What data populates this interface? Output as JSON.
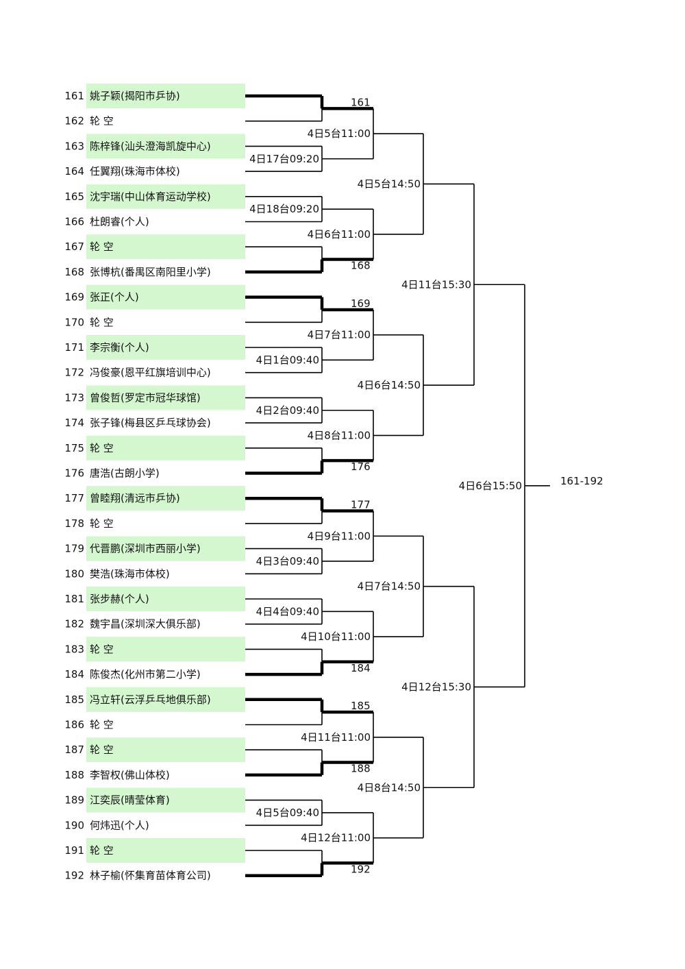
{
  "entries": [
    {
      "seed": "161",
      "name": "姚子颖(揭阳市乒协)",
      "bg": true
    },
    {
      "seed": "162",
      "name": "轮 空",
      "bg": false
    },
    {
      "seed": "163",
      "name": "陈梓锋(汕头澄海凯旋中心)",
      "bg": true
    },
    {
      "seed": "164",
      "name": "任翼翔(珠海市体校)",
      "bg": false
    },
    {
      "seed": "165",
      "name": "沈宇瑞(中山体育运动学校)",
      "bg": true
    },
    {
      "seed": "166",
      "name": "杜朗睿(个人)",
      "bg": false
    },
    {
      "seed": "167",
      "name": "轮 空",
      "bg": true
    },
    {
      "seed": "168",
      "name": "张博杭(番禺区南阳里小学)",
      "bg": false
    },
    {
      "seed": "169",
      "name": "张正(个人)",
      "bg": true
    },
    {
      "seed": "170",
      "name": "轮 空",
      "bg": false
    },
    {
      "seed": "171",
      "name": "李宗衡(个人)",
      "bg": true
    },
    {
      "seed": "172",
      "name": "冯俊豪(恩平红旗培训中心)",
      "bg": false
    },
    {
      "seed": "173",
      "name": "曾俊哲(罗定市冠华球馆)",
      "bg": true
    },
    {
      "seed": "174",
      "name": "张子锋(梅县区乒乓球协会)",
      "bg": false
    },
    {
      "seed": "175",
      "name": "轮 空",
      "bg": true
    },
    {
      "seed": "176",
      "name": "唐浩(古朗小学)",
      "bg": false
    },
    {
      "seed": "177",
      "name": "曾睦翔(清远市乒协)",
      "bg": true
    },
    {
      "seed": "178",
      "name": "轮 空",
      "bg": false
    },
    {
      "seed": "179",
      "name": "代晋鹏(深圳市西丽小学)",
      "bg": true
    },
    {
      "seed": "180",
      "name": "樊浩(珠海市体校)",
      "bg": false
    },
    {
      "seed": "181",
      "name": "张步赫(个人)",
      "bg": true
    },
    {
      "seed": "182",
      "name": "魏宇昌(深圳深大俱乐部)",
      "bg": false
    },
    {
      "seed": "183",
      "name": "轮 空",
      "bg": true
    },
    {
      "seed": "184",
      "name": "陈俊杰(化州市第二小学)",
      "bg": false
    },
    {
      "seed": "185",
      "name": "冯立轩(云浮乒乓地俱乐部)",
      "bg": true
    },
    {
      "seed": "186",
      "name": "轮 空",
      "bg": false
    },
    {
      "seed": "187",
      "name": "轮 空",
      "bg": true
    },
    {
      "seed": "188",
      "name": "李智权(佛山体校)",
      "bg": false
    },
    {
      "seed": "189",
      "name": "江奕辰(晴莹体育)",
      "bg": true
    },
    {
      "seed": "190",
      "name": "何炜迅(个人)",
      "bg": false
    },
    {
      "seed": "191",
      "name": "轮 空",
      "bg": true
    },
    {
      "seed": "192",
      "name": "林子榆(怀集育苗体育公司)",
      "bg": false
    }
  ],
  "round1": [
    {
      "label": "161",
      "bye_top": true
    },
    {
      "label": "4日17台09:20",
      "bye_top": null
    },
    {
      "label": "4日18台09:20",
      "bye_top": null
    },
    {
      "label": "168",
      "bye_top": false
    },
    {
      "label": "169",
      "bye_top": true
    },
    {
      "label": "4日1台09:40",
      "bye_top": null
    },
    {
      "label": "4日2台09:40",
      "bye_top": null
    },
    {
      "label": "176",
      "bye_top": false
    },
    {
      "label": "177",
      "bye_top": true
    },
    {
      "label": "4日3台09:40",
      "bye_top": null
    },
    {
      "label": "4日4台09:40",
      "bye_top": null
    },
    {
      "label": "184",
      "bye_top": false
    },
    {
      "label": "185",
      "bye_top": true
    },
    {
      "label": "188",
      "bye_top": false
    },
    {
      "label": "4日5台09:40",
      "bye_top": null
    },
    {
      "label": "192",
      "bye_top": false
    }
  ],
  "round2": [
    {
      "label": "4日5台11:00"
    },
    {
      "label": "4日6台11:00"
    },
    {
      "label": "4日7台11:00"
    },
    {
      "label": "4日8台11:00"
    },
    {
      "label": "4日9台11:00"
    },
    {
      "label": "4日10台11:00"
    },
    {
      "label": "4日11台11:00"
    },
    {
      "label": "4日12台11:00"
    }
  ],
  "round3": [
    {
      "label": "4日5台14:50"
    },
    {
      "label": "4日6台14:50"
    },
    {
      "label": "4日7台14:50"
    },
    {
      "label": "4日8台14:50"
    }
  ],
  "round4": [
    {
      "label": "4日11台15:30"
    },
    {
      "label": "4日12台15:30"
    }
  ],
  "round5": [
    {
      "label": "4日6台15:50"
    }
  ],
  "final_label": "161-192"
}
